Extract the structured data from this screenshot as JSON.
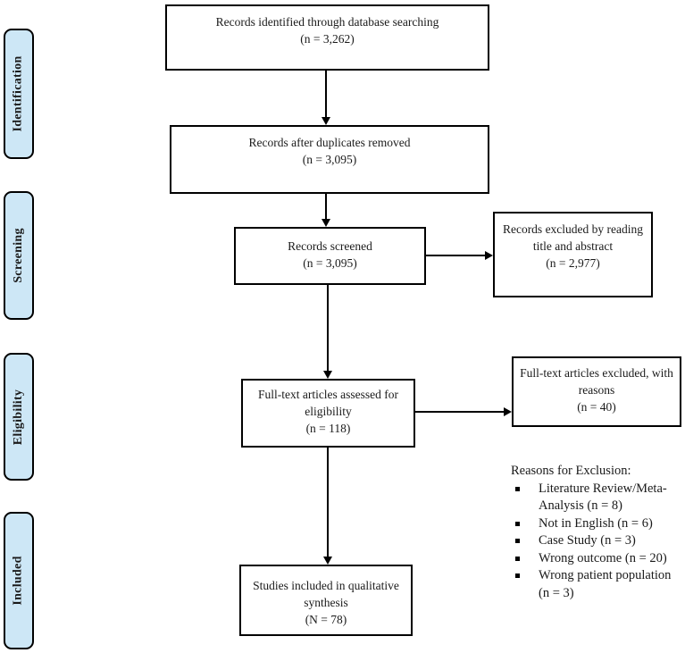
{
  "colors": {
    "stage_fill": "#cde7f6",
    "line": "#000000"
  },
  "stages": [
    {
      "label": "Identification"
    },
    {
      "label": "Screening"
    },
    {
      "label": "Eligibility"
    },
    {
      "label": "Included"
    }
  ],
  "flow": {
    "identified": {
      "text": "Records identified through database searching",
      "count": "(n = 3,262)"
    },
    "duplicates_removed": {
      "text": "Records after duplicates removed",
      "count": "(n = 3,095)"
    },
    "screened": {
      "text": "Records screened",
      "count": "(n = 3,095)"
    },
    "excluded_title_abstract": {
      "text": "Records excluded by reading title and abstract",
      "count": "(n = 2,977)"
    },
    "fulltext_assessed": {
      "text": "Full-text articles assessed for eligibility",
      "count": "(n = 118)"
    },
    "fulltext_excluded": {
      "text": "Full-text articles excluded, with reasons",
      "count": "(n = 40)"
    },
    "included_studies": {
      "text": "Studies included in qualitative synthesis",
      "count": "(N = 78)"
    }
  },
  "exclusion_reasons": {
    "title": "Reasons for Exclusion:",
    "items": [
      "Literature Review/Meta-Analysis (n = 8)",
      "Not in English (n = 6)",
      "Case Study (n = 3)",
      "Wrong outcome (n = 20)",
      "Wrong patient population (n = 3)"
    ]
  }
}
